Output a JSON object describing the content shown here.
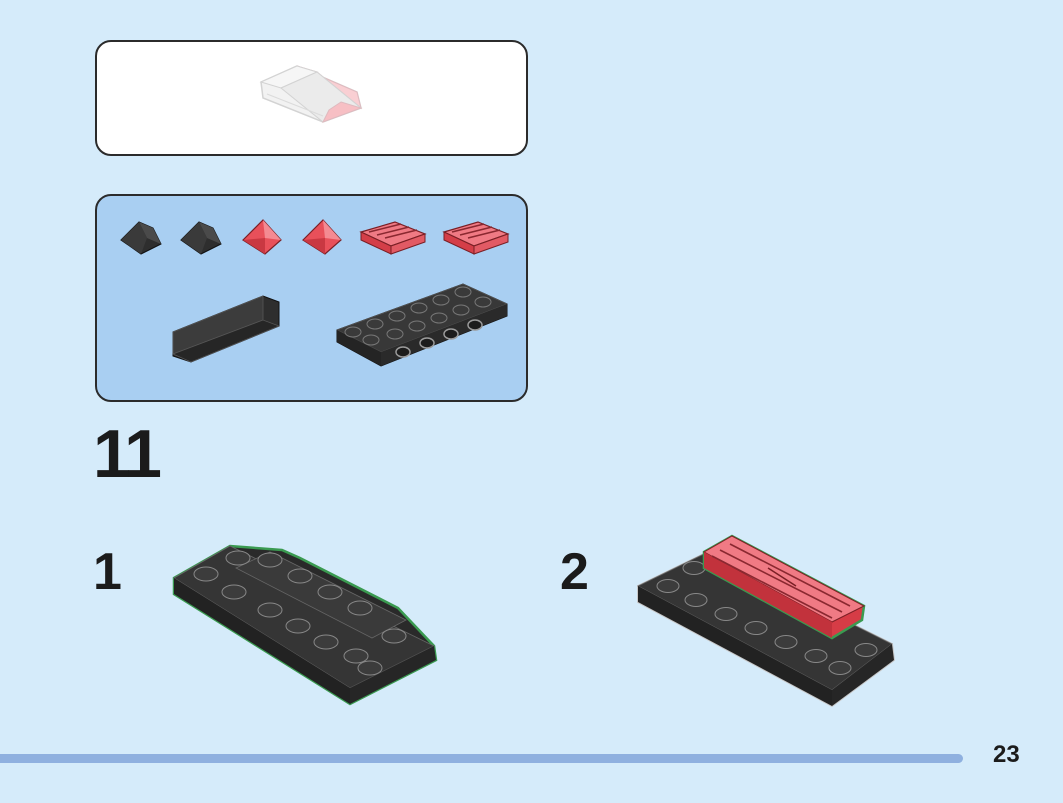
{
  "step": {
    "number": "11",
    "substeps": [
      {
        "number": "1"
      },
      {
        "number": "2"
      }
    ]
  },
  "page": {
    "number": "23"
  },
  "progress": {
    "fraction": 0.906
  },
  "colors": {
    "background": "#d5ebfa",
    "parts_box": "#a9cff2",
    "brick_black": "#2e2e2e",
    "brick_trans_red": "#e8505a",
    "highlight_green": "#3a9a50",
    "progress_bar": "#8fb0df"
  },
  "parts": [
    {
      "name": "black-slope-1x1"
    },
    {
      "name": "black-slope-1x1"
    },
    {
      "name": "trans-red-slope-1x1"
    },
    {
      "name": "trans-red-slope-1x1"
    },
    {
      "name": "trans-red-grille-tile-1x2"
    },
    {
      "name": "trans-red-grille-tile-1x2"
    },
    {
      "name": "black-bracket-1x4"
    },
    {
      "name": "black-plate-2x6-with-studs"
    }
  ]
}
